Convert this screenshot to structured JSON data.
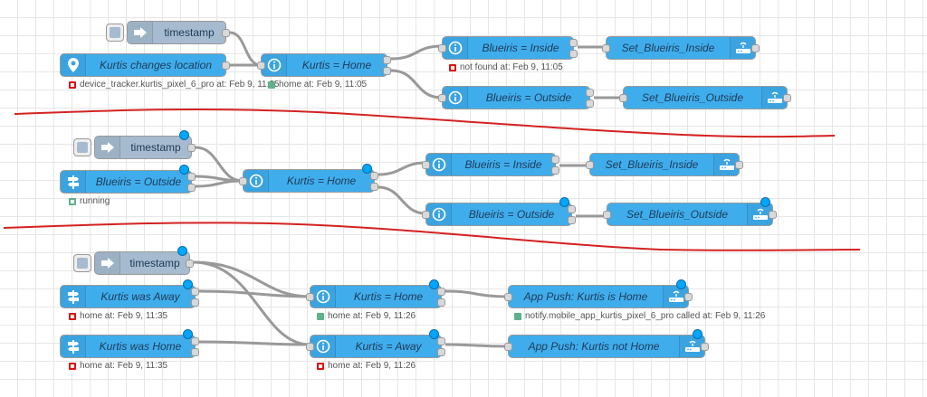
{
  "colors": {
    "node": "#3fadec",
    "inject": "#a6bbcf",
    "wire": "#999999",
    "annotation": "#d42222"
  },
  "icons": {
    "inject": "arrow-right-icon",
    "zone": "map-marker-icon",
    "switch": "signpost-icon",
    "state": "info-icon",
    "service": "router-icon"
  },
  "flow1": {
    "timestamp": "timestamp",
    "trigger": "Kurtis changes location",
    "trigger_status": "device_tracker.kurtis_pixel_6_pro at: Feb 9, 11:35",
    "home": "Kurtis = Home",
    "home_status": "home at: Feb 9, 11:05",
    "inside": "Blueiris = Inside",
    "inside_status": "not found at: Feb 9, 11:05",
    "outside": "Blueiris = Outside",
    "set_inside": "Set_Blueiris_Inside",
    "set_outside": "Set_Blueiris_Outside"
  },
  "flow2": {
    "timestamp": "timestamp",
    "trigger": "Blueiris = Outside",
    "trigger_status": "running",
    "home": "Kurtis = Home",
    "inside": "Blueiris = Inside",
    "outside": "Blueiris = Outside",
    "set_inside": "Set_Blueiris_Inside",
    "set_outside": "Set_Blueiris_Outside"
  },
  "flow3": {
    "timestamp": "timestamp",
    "away_trigger": "Kurtis was Away",
    "away_trigger_status": "home at: Feb 9, 11:35",
    "home_trigger": "Kurtis was Home",
    "home_trigger_status": "home at: Feb 9, 11:35",
    "is_home": "Kurtis = Home",
    "is_home_status": "home at: Feb 9, 11:26",
    "is_away": "Kurtis = Away",
    "is_away_status": "home at: Feb 9, 11:26",
    "push_home": "App Push: Kurtis is Home",
    "push_home_status": "notify.mobile_app_kurtis_pixel_6_pro called at: Feb 9, 11:26",
    "push_away": "App Push: Kurtis not Home"
  }
}
